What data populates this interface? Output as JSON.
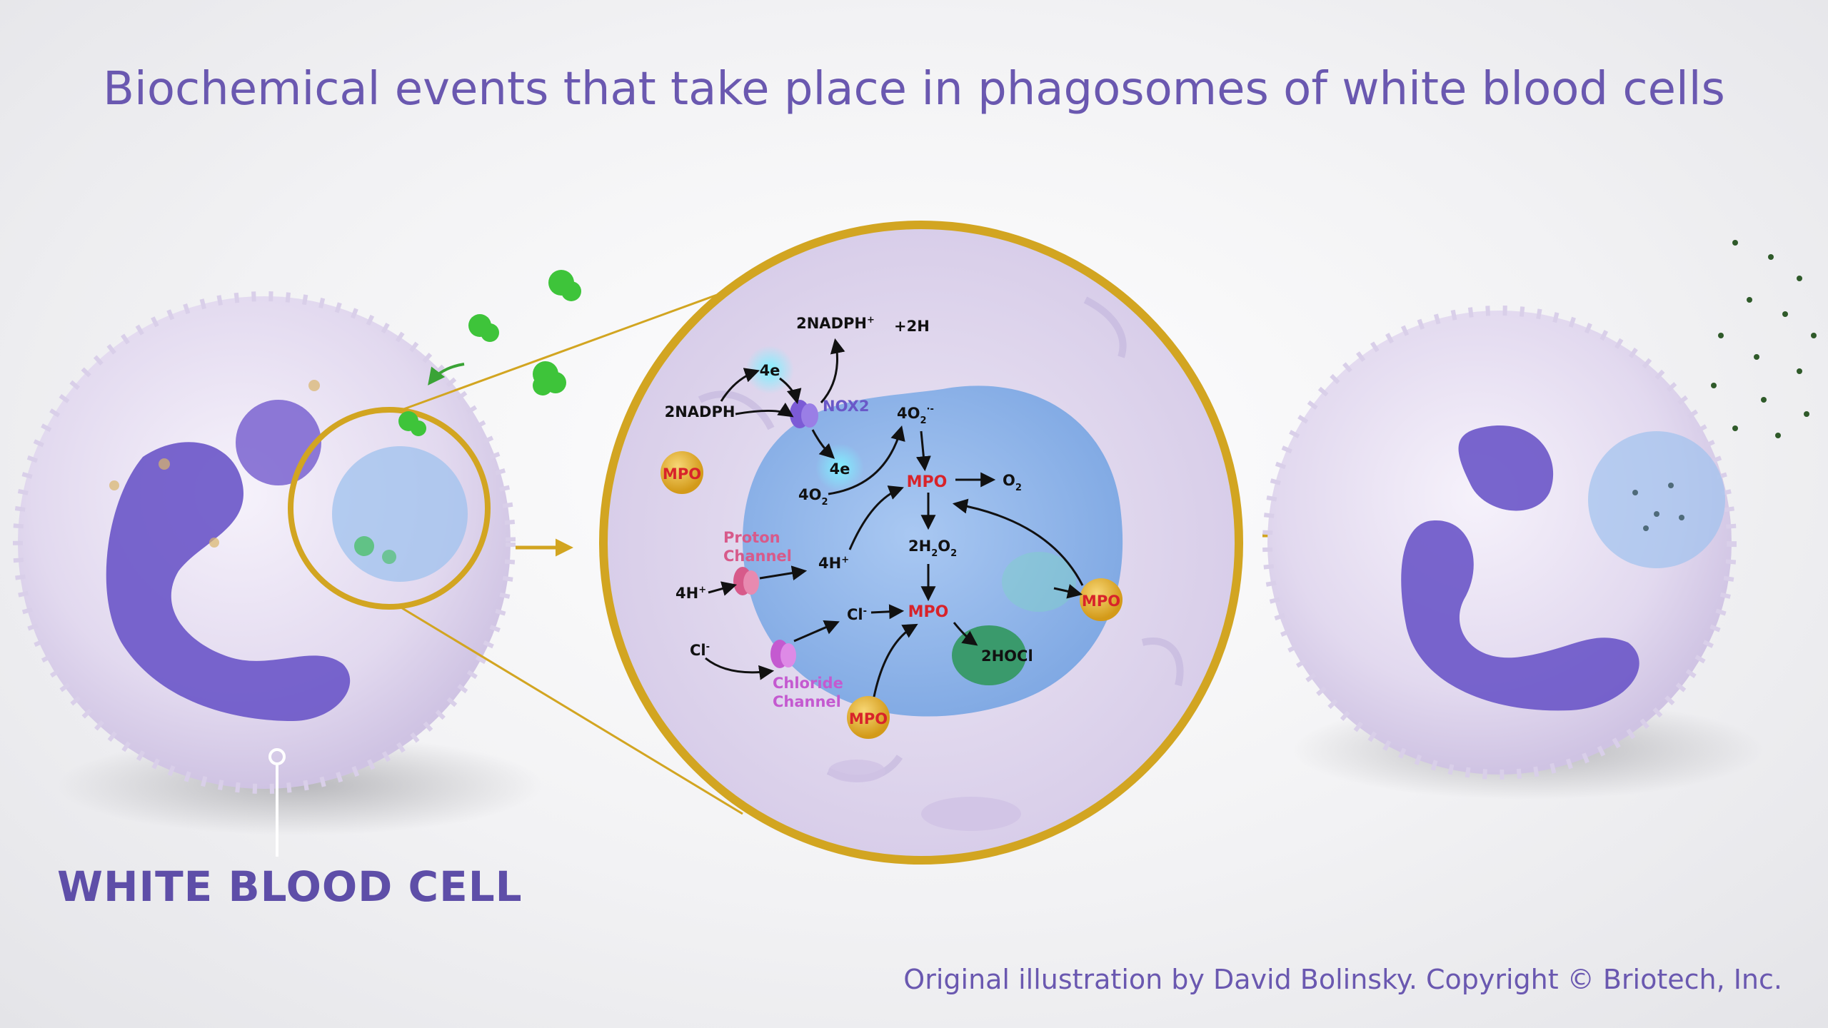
{
  "title": "Biochemical events that take place in phagosomes of white blood cells",
  "cell_label": "WHITE BLOOD CELL",
  "credit": "Original illustration by David Bolinsky. Copyright © Briotech, Inc.",
  "diagram": {
    "nadph_ion": "2NADPH",
    "nadph_sup": "+",
    "plus_2h": "+2H",
    "nadph": "2NADPH",
    "electrons_top": "4e",
    "electrons_bottom": "4e",
    "nox2": "NOX2",
    "o2_left": "4O",
    "o2_left_sub": "2",
    "o2_right": "4O",
    "o2_right_sub": "2",
    "o2_right_sup": "·-",
    "mpo_center": "MPO",
    "o2_out": "O",
    "o2_out_sub": "2",
    "h2o2": "2H",
    "h2o2_sub1": "2",
    "h2o2_o": "O",
    "h2o2_sub2": "2",
    "proton_channel_1": "Proton",
    "proton_channel_2": "Channel",
    "h_in": "4H",
    "h_in_sup": "+",
    "h_out": "4H",
    "h_out_sup": "+",
    "cl_out": "Cl",
    "cl_out_sup": "-",
    "cl_in": "Cl",
    "cl_in_sup": "-",
    "mpo_lower": "MPO",
    "hocl": "2HOCl",
    "chloride_channel_1": "Chloride",
    "chloride_channel_2": "Channel",
    "mpo_ball_left": "MPO",
    "mpo_ball_right": "MPO",
    "mpo_ball_bottom": "MPO"
  },
  "colors": {
    "accent": "#6a58b0",
    "ring": "#d2a521",
    "nucleus": "#6a55c8",
    "phagosome": "#8fb6ea",
    "mpo_red": "#d8232a",
    "cell_membrane": "#e6def0"
  }
}
